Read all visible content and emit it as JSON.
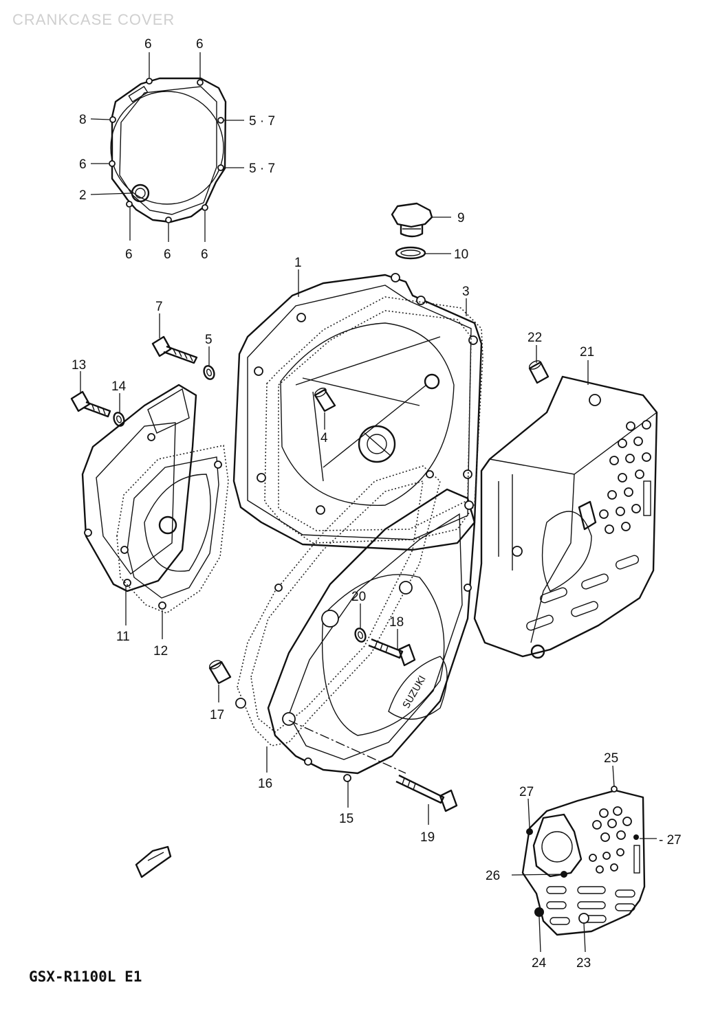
{
  "title": "CRANKCASE COVER",
  "model": "GSX-R1100L  E1",
  "callouts": [
    {
      "id": "c-6a",
      "text": "6"
    },
    {
      "id": "c-6b",
      "text": "6"
    },
    {
      "id": "c-8",
      "text": "8"
    },
    {
      "id": "c-57a",
      "text": "5 · 7"
    },
    {
      "id": "c-6c",
      "text": "6"
    },
    {
      "id": "c-57b",
      "text": "5 · 7"
    },
    {
      "id": "c-2",
      "text": "2"
    },
    {
      "id": "c-6d",
      "text": "6"
    },
    {
      "id": "c-6e",
      "text": "6"
    },
    {
      "id": "c-6f",
      "text": "6"
    },
    {
      "id": "c-9",
      "text": "9"
    },
    {
      "id": "c-10",
      "text": "10"
    },
    {
      "id": "c-1",
      "text": "1"
    },
    {
      "id": "c-3",
      "text": "3"
    },
    {
      "id": "c-7",
      "text": "7"
    },
    {
      "id": "c-5",
      "text": "5"
    },
    {
      "id": "c-13",
      "text": "13"
    },
    {
      "id": "c-14",
      "text": "14"
    },
    {
      "id": "c-4",
      "text": "4"
    },
    {
      "id": "c-22",
      "text": "22"
    },
    {
      "id": "c-21",
      "text": "21"
    },
    {
      "id": "c-11",
      "text": "11"
    },
    {
      "id": "c-12",
      "text": "12"
    },
    {
      "id": "c-20",
      "text": "20"
    },
    {
      "id": "c-18",
      "text": "18"
    },
    {
      "id": "c-17",
      "text": "17"
    },
    {
      "id": "c-16",
      "text": "16"
    },
    {
      "id": "c-15",
      "text": "15"
    },
    {
      "id": "c-19",
      "text": "19"
    },
    {
      "id": "c-25",
      "text": "25"
    },
    {
      "id": "c-27a",
      "text": "27"
    },
    {
      "id": "c-27b",
      "text": "- 27"
    },
    {
      "id": "c-26",
      "text": "26"
    },
    {
      "id": "c-24",
      "text": "24"
    },
    {
      "id": "c-23",
      "text": "23"
    }
  ]
}
